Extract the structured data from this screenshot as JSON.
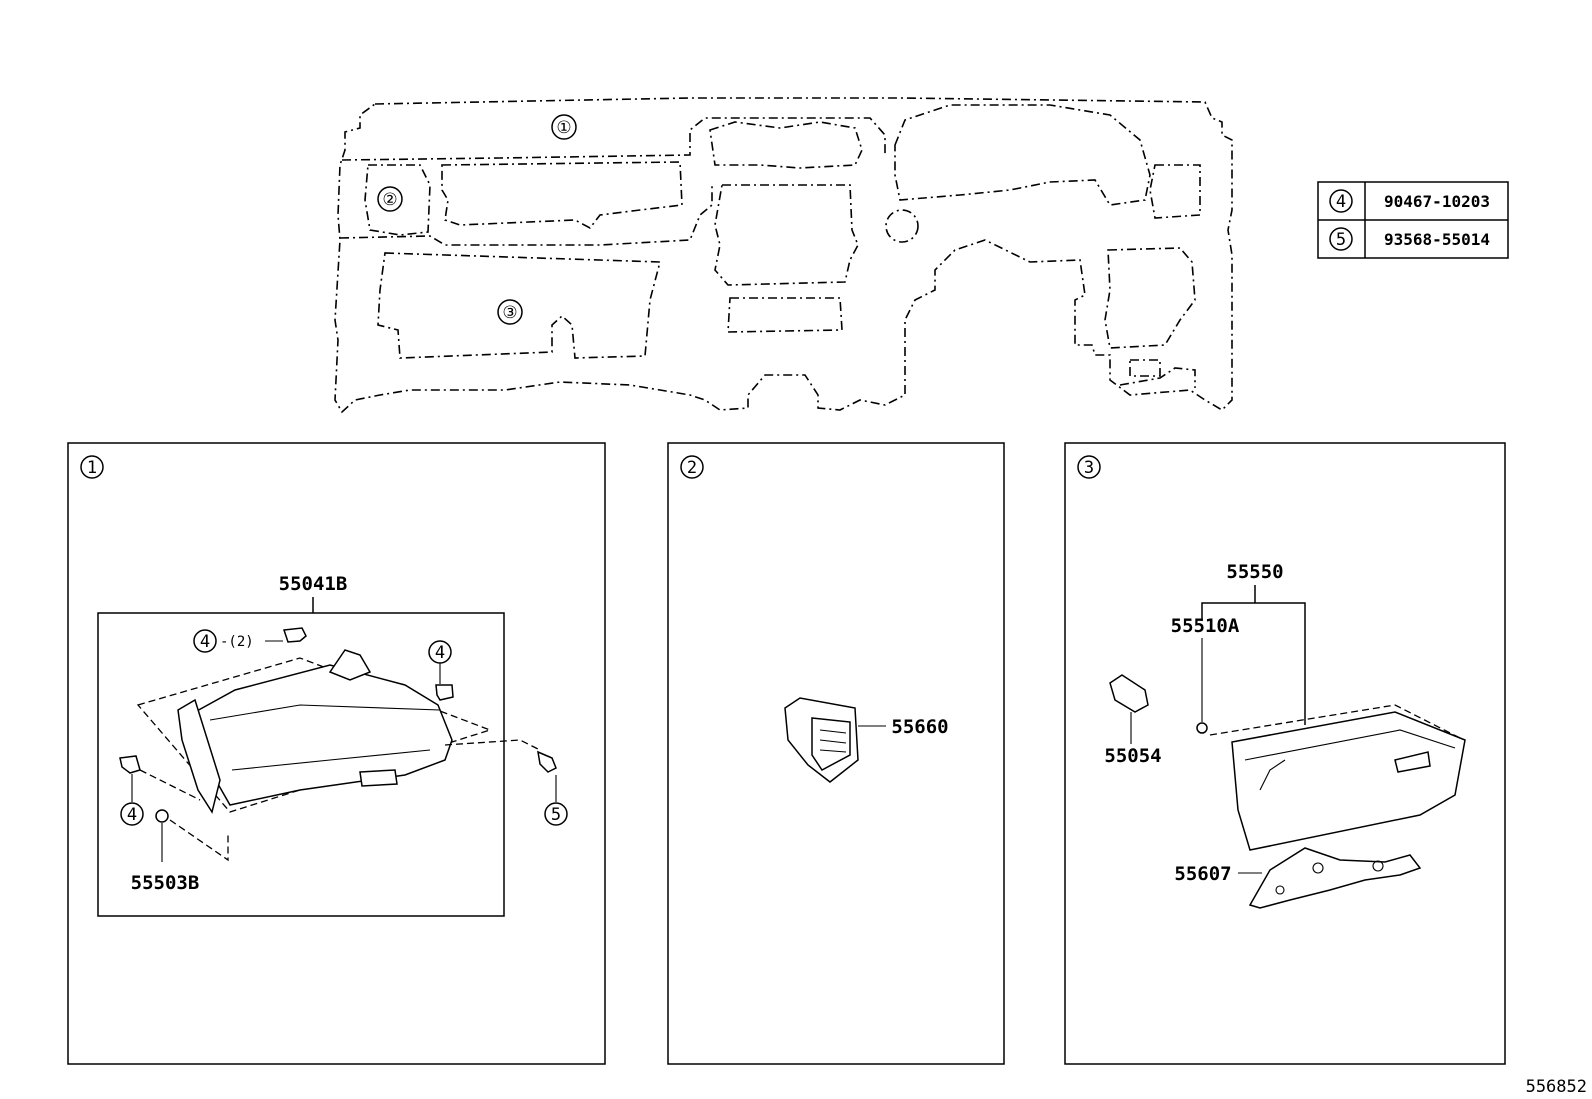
{
  "diagram_number": "556852",
  "overview": {
    "callouts": [
      "①",
      "②",
      "③"
    ]
  },
  "legend": {
    "rows": [
      {
        "marker": "4",
        "part_number": "90467-10203"
      },
      {
        "marker": "5",
        "part_number": "93568-55014"
      }
    ]
  },
  "panels": [
    {
      "marker": "1",
      "assembly_number": "55041B",
      "labels": {
        "clip_top_marker": "4",
        "clip_top_qty": "-(2)",
        "clip_right_marker": "4",
        "clip_left_marker": "4",
        "screw_marker": "5",
        "bumper": "55503B"
      }
    },
    {
      "marker": "2",
      "labels": {
        "vent": "55660"
      }
    },
    {
      "marker": "3",
      "labels": {
        "assembly": "55550",
        "door": "55510A",
        "damper": "55054",
        "bracket": "55607"
      }
    }
  ]
}
